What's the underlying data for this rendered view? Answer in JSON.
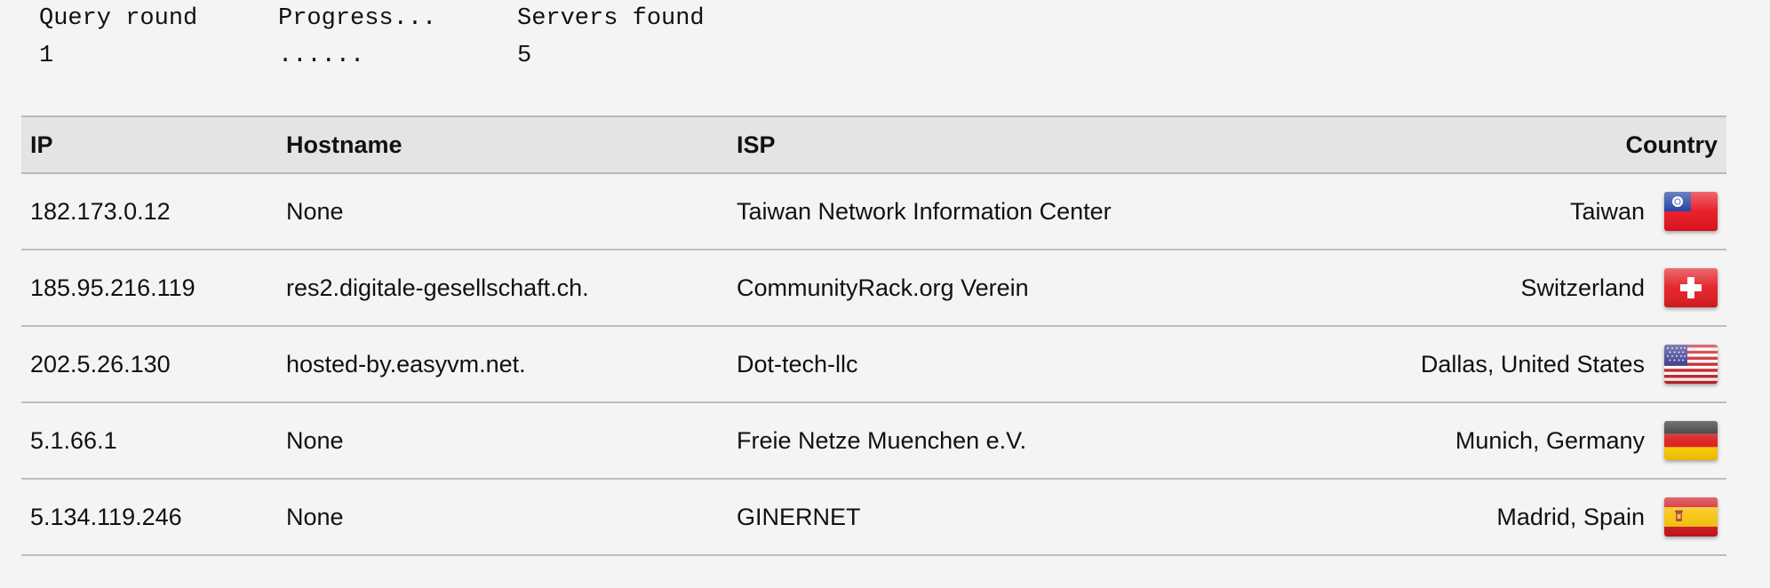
{
  "progress": {
    "headers": [
      "Query round",
      "Progress...",
      "Servers found"
    ],
    "values": [
      "1",
      "......",
      "5"
    ]
  },
  "table": {
    "columns": {
      "ip": "IP",
      "hostname": "Hostname",
      "isp": "ISP",
      "country": "Country"
    },
    "rows": [
      {
        "ip": "182.173.0.12",
        "hostname": "None",
        "isp": "Taiwan Network Information Center",
        "country": "Taiwan",
        "flag": "taiwan-flag-icon"
      },
      {
        "ip": "185.95.216.119",
        "hostname": "res2.digitale-gesellschaft.ch.",
        "isp": "CommunityRack.org Verein",
        "country": "Switzerland",
        "flag": "switzerland-flag-icon"
      },
      {
        "ip": "202.5.26.130",
        "hostname": "hosted-by.easyvm.net.",
        "isp": "Dot-tech-llc",
        "country": "Dallas, United States",
        "flag": "united-states-flag-icon"
      },
      {
        "ip": "5.1.66.1",
        "hostname": "None",
        "isp": "Freie Netze Muenchen e.V.",
        "country": "Munich, Germany",
        "flag": "germany-flag-icon"
      },
      {
        "ip": "5.134.119.246",
        "hostname": "None",
        "isp": "GINERNET",
        "country": "Madrid, Spain",
        "flag": "spain-flag-icon"
      }
    ]
  },
  "colors": {
    "background": "#f4f4f4",
    "header_background": "#e4e4e4",
    "rule": "#bdbdbd"
  }
}
